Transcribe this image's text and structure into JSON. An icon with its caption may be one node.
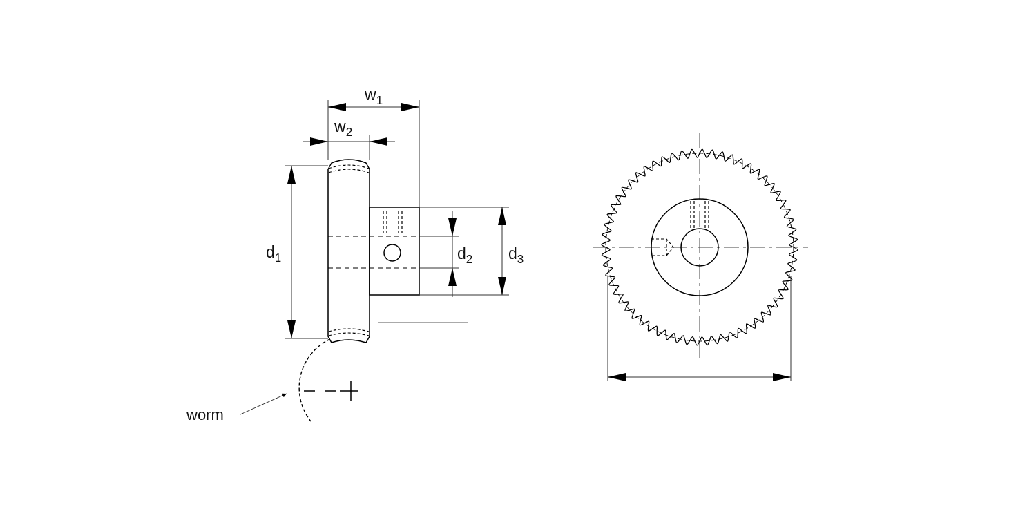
{
  "diagram": {
    "nodes": [
      {
        "text": [
          "worm"
        ]
      },
      {
        "text": [],
        "shape": "circle"
      }
    ],
    "edges": [
      {
        "from": 0,
        "to": 1,
        "arrow": "to"
      }
    ],
    "labels": [
      "w$_{1}$",
      "w$_{2}$",
      "d$_{1}$",
      "d$_{2}$",
      "d$_{3}$"
    ]
  }
}
